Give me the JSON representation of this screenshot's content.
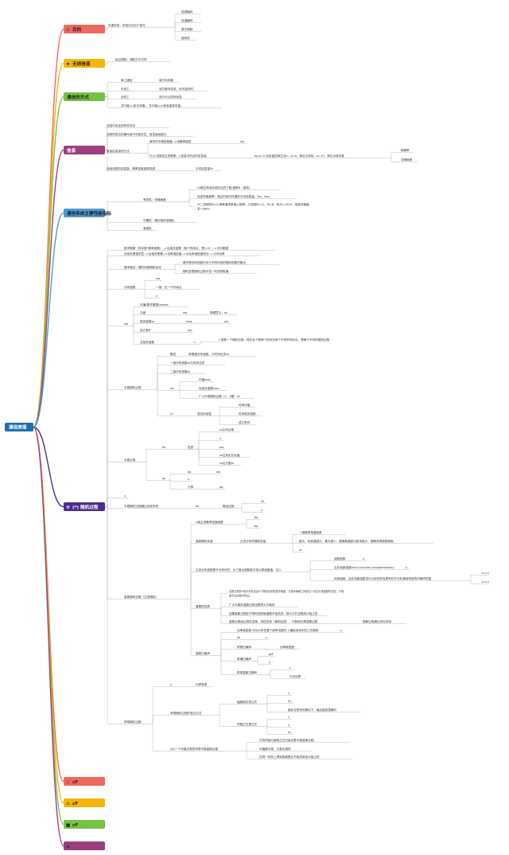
{
  "root": {
    "label": "通信原理",
    "color": "#1e6fb8"
  },
  "branches": [
    {
      "id": "b1",
      "icon": "⚠",
      "icon_name": "warning-icon",
      "label": "目的",
      "color": "#f0695f"
    },
    {
      "id": "b2",
      "icon": "★",
      "icon_name": "star-icon",
      "label": "无线信道",
      "color": "#f5b50a"
    },
    {
      "id": "b3",
      "icon": "",
      "icon_name": "",
      "label": "通信的方式",
      "color": "#74c442"
    },
    {
      "id": "b4",
      "icon": "",
      "icon_name": "",
      "label": "信息",
      "color": "#9b3f7f"
    },
    {
      "id": "b5",
      "icon": "",
      "icon_name": "",
      "label": "通信系统主要性能指标",
      "color": "#4e9ad6"
    },
    {
      "id": "b6",
      "icon": "☢",
      "icon_name": "hazard-icon",
      "label": "(*) 随机过程",
      "color": "#4b2e8e"
    },
    {
      "id": "b7",
      "icon": "♨",
      "icon_name": "flame-icon",
      "label": "cF",
      "color": "#f0695f"
    },
    {
      "id": "b8",
      "icon": "⚠",
      "icon_name": "warning-icon",
      "label": "cF",
      "color": "#f5b50a"
    },
    {
      "id": "b9",
      "icon": "■",
      "icon_name": "square-icon",
      "label": "cF",
      "color": "#74c442"
    },
    {
      "id": "b10",
      "icon": "",
      "icon_name": "",
      "label": "s",
      "color": "#9b3f7f"
    }
  ],
  "texts": {
    "b1_a": "传递信息，系统分为四个部分",
    "b1_a1": "信源编码",
    "b1_a2": "信道编码",
    "b1_a3": "数字调制",
    "b1_a4": "接收机",
    "b2_a": "经过调制，调制方式不同",
    "b3_a": "单工通信",
    "b3_a1": "单方向传输",
    "b3_b": "半双工",
    "b3_b1": "双方都可收发，但不能同时",
    "b3_c": "全双工",
    "b3_c1": "双方可以同时收发",
    "b3_d": "并行输入(依次传输)、并行输入(n条信道成本高)",
    "b4_a": "消息中包含的有效内容",
    "b4_b": "消息所表达的事件越不可能发生，信息量就越大",
    "b4_c": "度量信息量的方法",
    "b4_c1": "事件的不确定程度-->用概率描述",
    "b4_c1v": "aw",
    "b4_c2": "P(x) 消息发生的概率，I-信息中所含的信息量",
    "b4_c2n": "eg.a=2,信息量的单位为b，a=e，单位为奈特，a=10，单位为哈特莱",
    "b4_c2n1": "等概率",
    "b4_c2n2": "非等概率",
    "b4_d": "连续消息的信息量：概率密度函数描述",
    "b4_d1": "平均信息量Hi",
    "b5_a": "有效性：传输速度",
    "b5_a1": "Hi单位时间传送码元的个数/速率B（波特）",
    "b5_a2": "信息传输速率：单位时间内传递的平均信息量，b/s，bps",
    "b5_a3": "Hi二进制的M=2,两种速率数值上相等。几进制M=几，M=8，码元=1200，信息传输速率=3600",
    "b5_b": "可靠性：输出端的信噪比",
    "b5_c": "差错性",
    "b6_a": "数学期望（样本数*概率函数）-->自相关函数（两个时间点，是τ=t）-->平均期望",
    "b6_b": "自相关看相关性-->自相关是看-->功率谱密度-->对功率谱密度积分-->平均功率",
    "b6_c": "基本概念：随时间频随机变化",
    "b6_c1": "看作是时间进程中处于不同时刻的随机现象的集合",
    "b6_c2": "随时变是随机过程中任一时刻的取值",
    "b6_d": "分布函数",
    "b6_d1": "aw",
    "b6_d2": "一维：在一个时间点",
    "b6_d3": "s",
    "b6_e": "ws",
    "b6_e1": "均值(数学期望)ssssss",
    "b6_e2": "方差",
    "b6_e2v": "aw",
    "b6_e2n": "物理意义：ss",
    "b6_e3": "相关函数ss",
    "b6_e3v": "ssss",
    "b6_e3w": "aw",
    "b6_e4": "协方差B",
    "b6_e4v": "aw",
    "b6_e5": "互相关函数",
    "b6_e5v": "s",
    "b6_e5n": "上述是一个随机过程，现在这个是两个信号在两个不同的时间点，是两个不同的随机过程",
    "b6_f": "平稳随机过程",
    "b6_f1": "概念",
    "b6_f1n": "-有限维分布函数，与时间无关ss",
    "b6_f2": "一维分布函数ss与时间无关",
    "b6_f3": "二维分布函数ss",
    "b6_f4": "ws",
    "b6_f4a": "均值ssss",
    "b6_f4b": "自相关函数ssss",
    "b6_f4c": "广义平稳随机过程（1、2都）ss",
    "b6_f5": "cc",
    "b6_f5a": "各态历经性",
    "b6_f5a1": "时间均值",
    "b6_f5a2": "时间相关函数",
    "b6_f5a3": "成立条件",
    "b6_g": "平稳过程",
    "b6_g1": "fw",
    "b6_g1a": "性质",
    "b6_g1a1": "ss平均功率",
    "b6_g1a2": "s",
    "b6_g1a3": "aw",
    "b6_g1a4": "ss达到无穷远值",
    "b6_g1a5": "ss为方差ss",
    "b6_g2": "gs",
    "b6_g2a": "bp",
    "b6_g2av": "aw",
    "b6_g2b": "s",
    "b6_g2c": "计算",
    "b6_g2cv": "bp",
    "b6_h": "s",
    "b6_i": "平稳随机过程通过线性系统",
    "b6_i1": "kk",
    "b6_i1a": "输出过程",
    "b6_i1a1": "kk",
    "b6_i1a2": "s",
    "b6_j": "高斯随机过程（正态随机）",
    "b6_j1": "n维正态概率密度函数",
    "b6_j1a": "bp",
    "b6_j1b": "bp",
    "b6_j2": "高斯随机变量",
    "b6_j2a": "正态分布的随机变量",
    "b6_j2a1": "一维概率密度函数",
    "b6_j2a2": "越大，标准差越大，集中度小，图离散度越大越来越大，图像变得越宽越扁",
    "b6_j2a3": "vc",
    "b6_j3": "正态分布函数是不可积分的，为了做出函数数字来计算函数值，引入",
    "b6_j3a": "误差函数",
    "b6_j3av": "s",
    "b6_j3b": "互补误差函数error function complementary",
    "b6_j3bv": "s",
    "b6_j3c": "利用误差、互补误差函数进行分析的好处是有利于分析通信系统的抗噪声性能",
    "b6_j3c1": "x->∞",
    "b6_j3c2": "x->∞",
    "b6_j4": "重要的性质",
    "b6_j4a": "高斯过程的n维分布完全由n个随机变量的数学期望、方差和两两之间的归一化协方差函数所决定。只需研究它的数字特征。",
    "b6_j4b": "广义平稳的高斯过程也是狭义平稳的",
    "b6_j4c": "如果高斯过程在不同时刻的取值是不相关的，那么它们也是统计独立的",
    "b6_j4d": "高斯过程经过线性变换，线性系统（卷积运算），代数和仍是高斯过程",
    "b6_j4dn": "随即过程通过线性系统",
    "b6_j5": "高斯白噪声",
    "b6_j5a": "功率谱密度 均匀分布在整个频率范围内->通信系统中的工作频带",
    "b6_j5av": "s",
    "b6_j5b": "fw",
    "b6_j5bv": "s",
    "b6_j5c": "带限白噪声",
    "b6_j5c1": "功率谱密度",
    "b6_j5d": "带通白噪声",
    "b6_j5d1": "gM",
    "b6_j5d2": "s",
    "b6_j5e": "带宽高斯白噪声",
    "b6_j5e1": "s",
    "b6_j5e2": "平均功率",
    "b6_k": "窄带随机过程",
    "b6_k1": "s",
    "b6_k1n": "代表带宽",
    "b6_k2": "窄带随机过程的表达方式",
    "b6_k2a": "幅度相位表达式",
    "b6_k2a1": "s",
    "b6_k2a2": "kC",
    "b6_k2a3": "脑补在思考的情况下，最后做的逻辑时",
    "b6_k2b": "同相正交表达式",
    "b6_k2b1": "s",
    "b6_k2b2": "s",
    "b6_k2b3": "kC",
    "b6_k3": "s(t)一个均值为零的窄带平稳高斯过程",
    "b6_k3a": "它的同相分量和正交分量也是平稳高斯过程。",
    "b6_k3b": "均值都为零。方差也相同",
    "b6_k3c": "在同一时刻上得到的都是互不相关和统计独立的"
  }
}
